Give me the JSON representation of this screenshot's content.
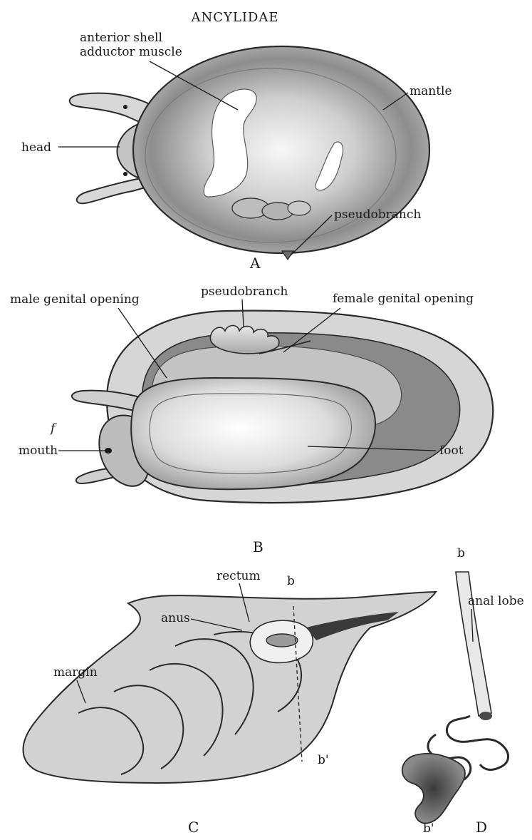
{
  "figure": {
    "title": "ANCYLIDAE",
    "panels": {
      "A": {
        "letter": "A",
        "labels": {
          "adductor_line1": "anterior shell",
          "adductor_line2": "adductor muscle",
          "mantle": "mantle",
          "head": "head",
          "pseudobranch": "pseudobranch"
        }
      },
      "B": {
        "letter": "B",
        "labels": {
          "male_genital_opening": "male genital opening",
          "pseudobranch": "pseudobranch",
          "female_genital_opening": "female genital opening",
          "f_mark": "f",
          "mouth": "mouth",
          "foot": "foot"
        }
      },
      "C": {
        "letter": "C",
        "labels": {
          "rectum": "rectum",
          "b": "b",
          "anus": "anus",
          "margin": "margin",
          "b_prime": "b'"
        }
      },
      "D": {
        "letter": "D",
        "labels": {
          "b": "b",
          "anal_lobe": "anal lobe",
          "b_prime": "b'"
        }
      }
    }
  }
}
